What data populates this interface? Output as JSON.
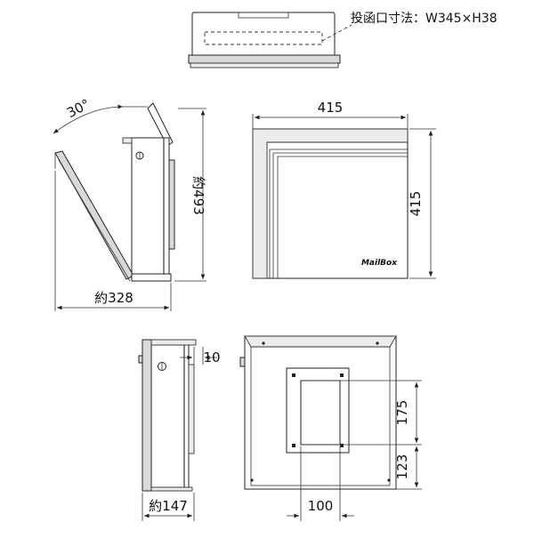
{
  "labels": {
    "slot_size": "投函口寸法：W345×H38",
    "angle": "30°",
    "width_front": "415",
    "height_front": "415",
    "height_side": "約493",
    "depth_open": "約328",
    "rear_offset": "10",
    "depth_side": "約147",
    "plate_width": "100",
    "plate_height": "175",
    "plate_bottom": "123",
    "brand": "MailBox"
  }
}
